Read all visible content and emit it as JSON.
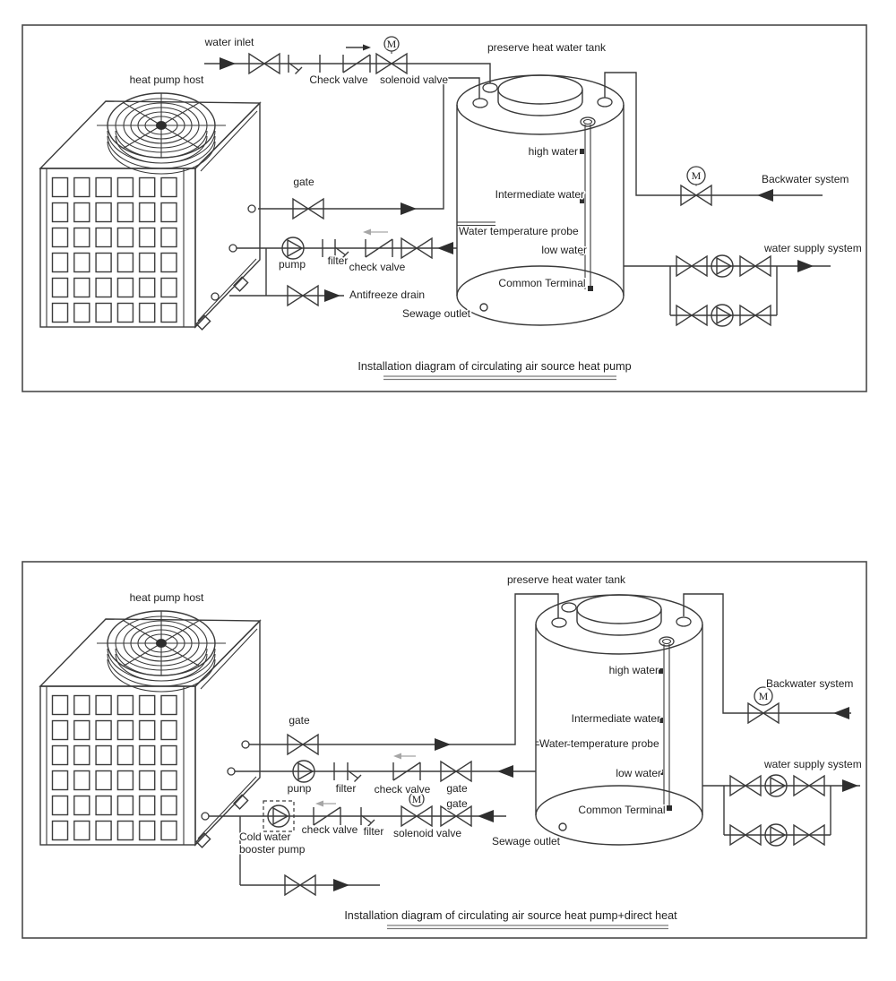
{
  "motor_symbol": "M",
  "top_diagram": {
    "title": "Installation diagram of circulating air source heat pump",
    "labels": {
      "water_inlet": "water inlet",
      "heat_pump_host": "heat pump host",
      "check_valve_inlet": "Check valve",
      "solenoid_valve": "solenoid valve",
      "preserve_tank": "preserve heat  water tank",
      "gate": "gate",
      "pump": "pump",
      "filter": "filter",
      "check_valve": "check valve",
      "antifreeze_drain": "Antifreeze drain",
      "high_water": "high water",
      "intermediate_water": "Intermediate water",
      "water_temp_probe": "Water temperature probe",
      "low_water": "low water",
      "common_terminal": "Common Terminal",
      "sewage_outlet": "Sewage outlet",
      "backwater_system": "Backwater system",
      "water_supply_system": "water supply system"
    }
  },
  "bottom_diagram": {
    "title": "Installation diagram of circulating air source heat pump+direct heat",
    "labels": {
      "heat_pump_host": "heat pump host",
      "preserve_tank": "preserve heat  water tank",
      "gate_main": "gate",
      "punp": "punp",
      "filter_main": "filter",
      "check_valve_main": "check valve",
      "gate_tank": "gate",
      "cold_water_line1": "Cold water",
      "cold_water_line2": "booster pump",
      "check_valve_booster": "check valve",
      "filter_booster": "filter",
      "solenoid_valve": "solenoid valve",
      "gate_booster": "gate",
      "high_water": "high water",
      "intermediate_water": "Intermediate water",
      "water_temp_probe": "Water temperature probe",
      "low_water": "low water",
      "common_terminal": "Common Terminal",
      "sewage_outlet": "Sewage outlet",
      "backwater_system": "Backwater system",
      "water_supply_system": "water supply system"
    }
  }
}
